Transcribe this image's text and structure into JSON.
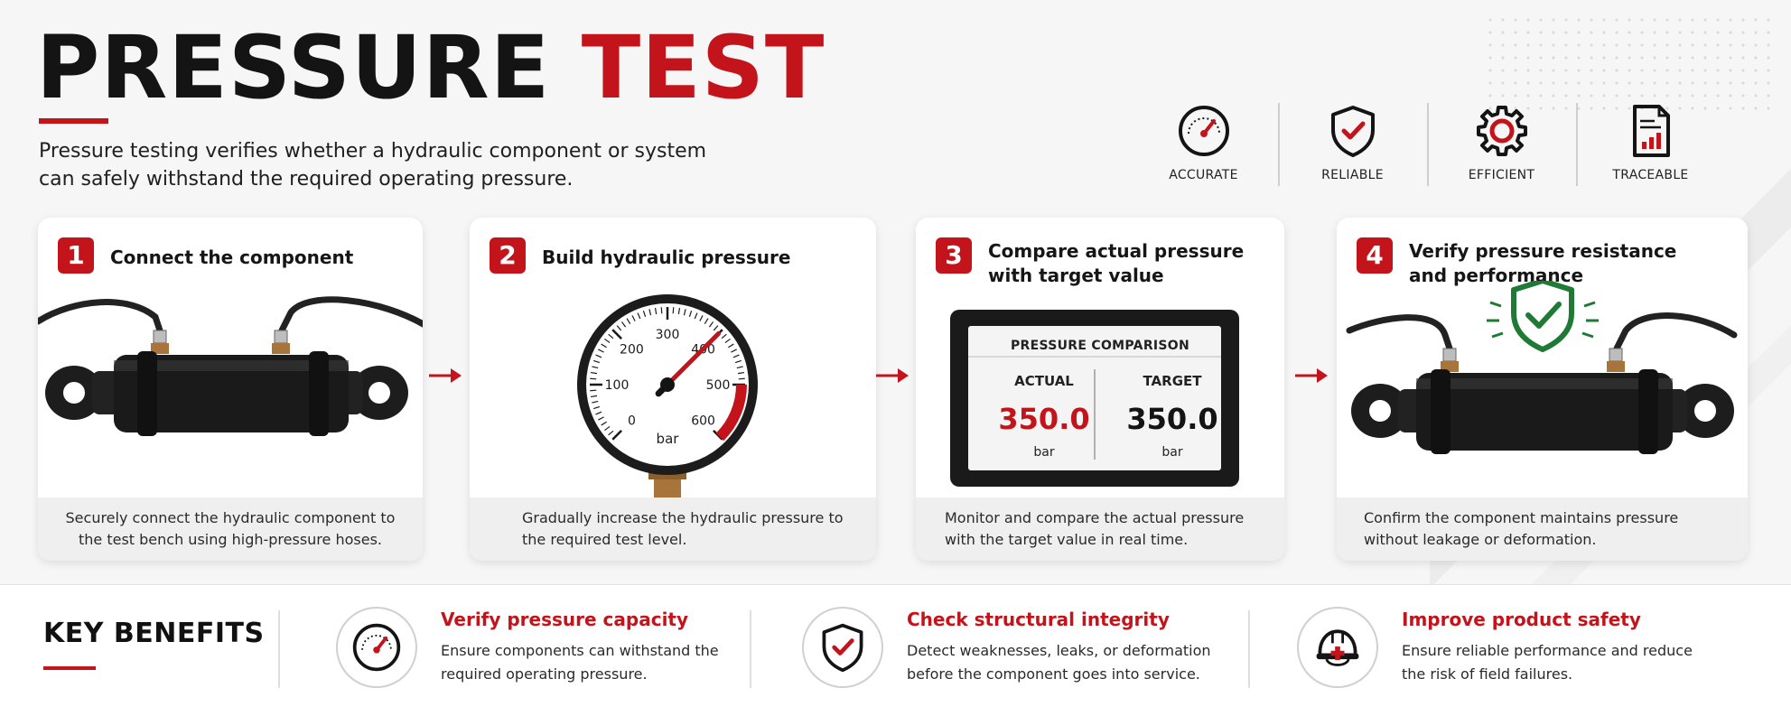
{
  "header": {
    "title_part1": "PRESSURE",
    "title_part2": "TEST",
    "intro": "Pressure testing verifies whether a hydraulic component or system can safely withstand the required operating pressure."
  },
  "badges": [
    {
      "label": "ACCURATE",
      "icon": "gauge-icon"
    },
    {
      "label": "RELIABLE",
      "icon": "shield-check-icon"
    },
    {
      "label": "EFFICIENT",
      "icon": "gear-icon"
    },
    {
      "label": "TRACEABLE",
      "icon": "report-chart-icon"
    }
  ],
  "steps": [
    {
      "number": "1",
      "title": "Connect the component",
      "description": "Securely connect the hydraulic component to the test bench using high-pressure hoses."
    },
    {
      "number": "2",
      "title": "Build hydraulic pressure",
      "description": "Gradually increase the hydraulic pressure to the required test level."
    },
    {
      "number": "3",
      "title": "Compare actual pressure with target value",
      "description": "Monitor and compare the actual pressure with the target value in real time."
    },
    {
      "number": "4",
      "title": "Verify pressure resistance and performance",
      "description": "Confirm the component maintains pressure without leakage or deformation."
    }
  ],
  "gauge": {
    "ticks": [
      "0",
      "100",
      "200",
      "300",
      "400",
      "500",
      "600"
    ],
    "unit": "bar",
    "reading": 400
  },
  "monitor": {
    "title": "PRESSURE COMPARISON",
    "actual_label": "ACTUAL",
    "target_label": "TARGET",
    "actual_value": "350.0",
    "target_value": "350.0",
    "unit": "bar"
  },
  "benefits": {
    "title": "KEY BENEFITS",
    "items": [
      {
        "heading": "Verify pressure capacity",
        "text": "Ensure components can withstand the required operating pressure.",
        "icon": "gauge-icon"
      },
      {
        "heading": "Check structural integrity",
        "text": "Detect weaknesses, leaks, or deformation before the component goes into service.",
        "icon": "shield-check-icon"
      },
      {
        "heading": "Improve product safety",
        "text": "Ensure reliable performance and reduce the risk of field failures.",
        "icon": "safety-helmet-icon"
      }
    ]
  },
  "colors": {
    "accent": "#c3141b",
    "success": "#1e7a35",
    "dark": "#141414"
  }
}
